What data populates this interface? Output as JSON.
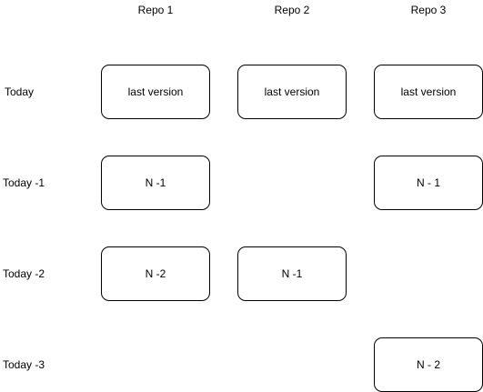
{
  "diagram": {
    "columns": [
      {
        "id": "repo1",
        "label": "Repo 1"
      },
      {
        "id": "repo2",
        "label": "Repo 2"
      },
      {
        "id": "repo3",
        "label": "Repo 3"
      }
    ],
    "rows": [
      {
        "id": "today",
        "label": "Today"
      },
      {
        "id": "today-1",
        "label": "Today -1"
      },
      {
        "id": "today-2",
        "label": "Today -2"
      },
      {
        "id": "today-3",
        "label": "Today -3"
      }
    ],
    "nodes": [
      {
        "row": 0,
        "col": 0,
        "label": "last version"
      },
      {
        "row": 0,
        "col": 1,
        "label": "last version"
      },
      {
        "row": 0,
        "col": 2,
        "label": "last version"
      },
      {
        "row": 1,
        "col": 0,
        "label": "N -1"
      },
      {
        "row": 1,
        "col": 2,
        "label": "N - 1"
      },
      {
        "row": 2,
        "col": 0,
        "label": "N -2"
      },
      {
        "row": 2,
        "col": 1,
        "label": "N -1"
      },
      {
        "row": 3,
        "col": 2,
        "label": "N - 2"
      }
    ]
  }
}
